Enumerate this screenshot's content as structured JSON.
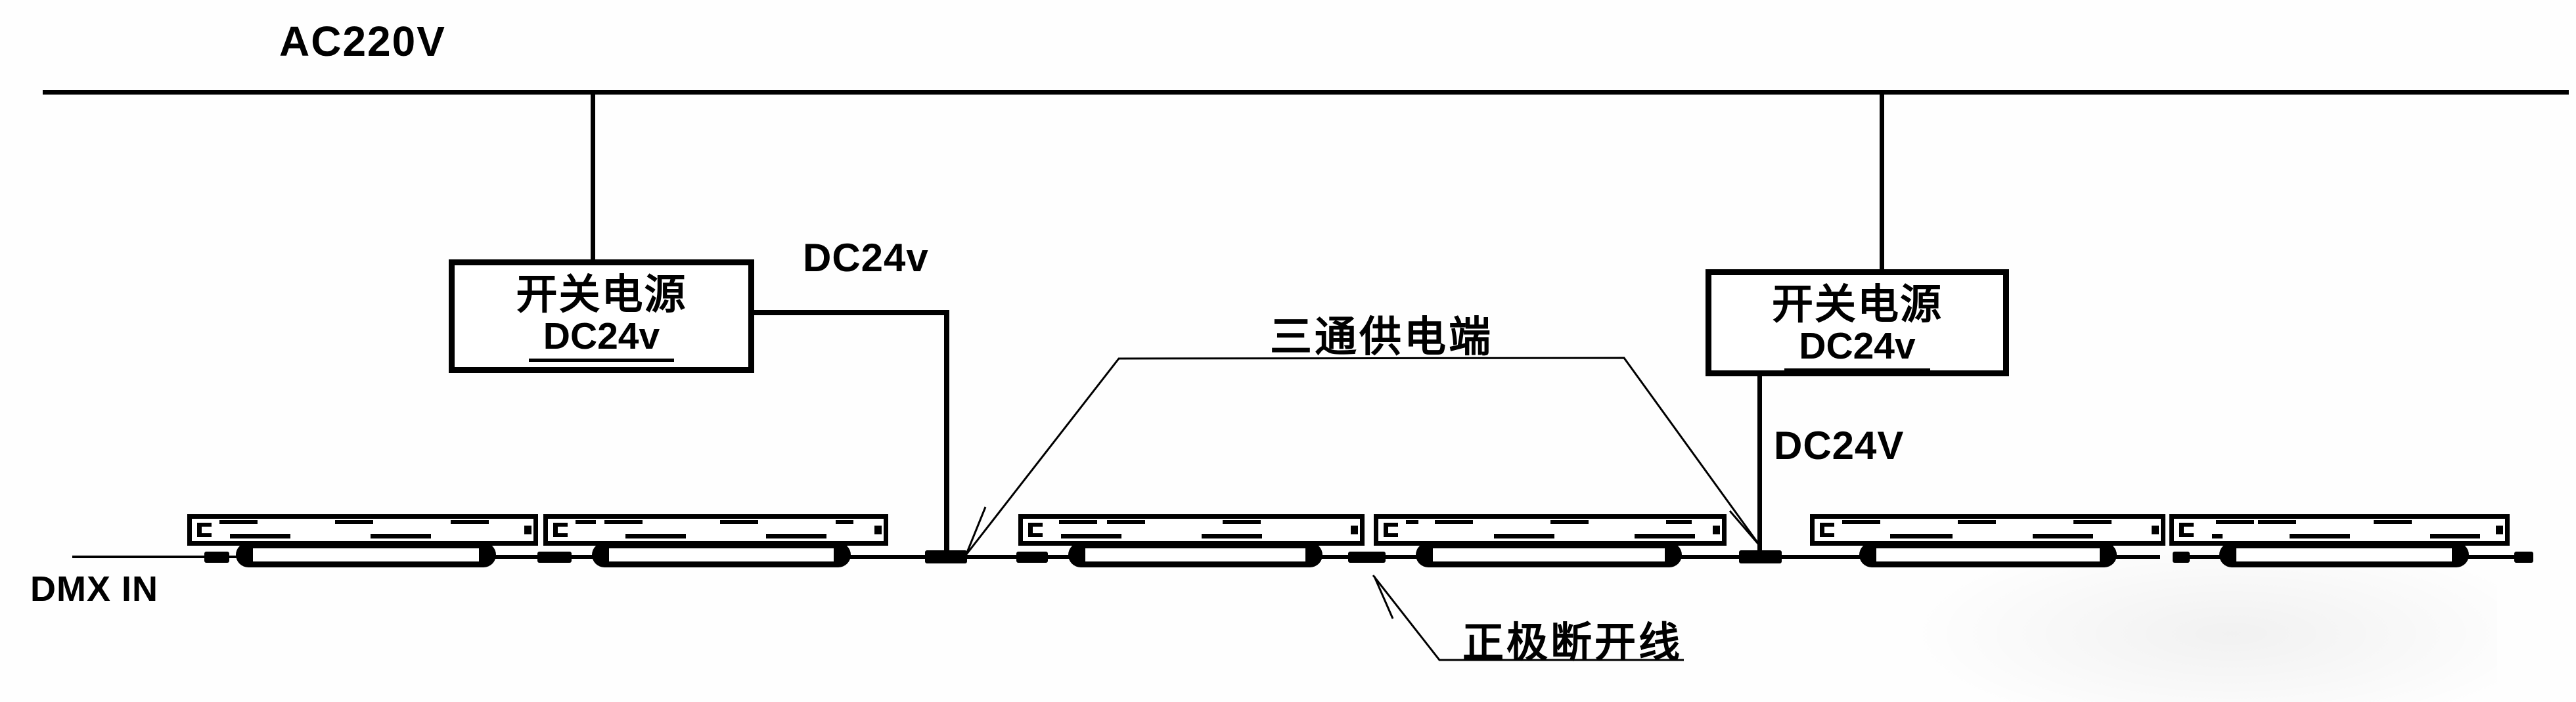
{
  "colors": {
    "ink": "#000000",
    "background": "#fefefe"
  },
  "top_bus": {
    "label": "AC220V"
  },
  "power_supply": {
    "line1": "开关电源",
    "line2": "DC24v"
  },
  "wire_labels": {
    "left_dc": "DC24v",
    "right_dc": "DC24V"
  },
  "annotations": {
    "tee_feed": "三通供电端",
    "positive_break": "正极断开线",
    "dmx_in": "DMX IN"
  }
}
